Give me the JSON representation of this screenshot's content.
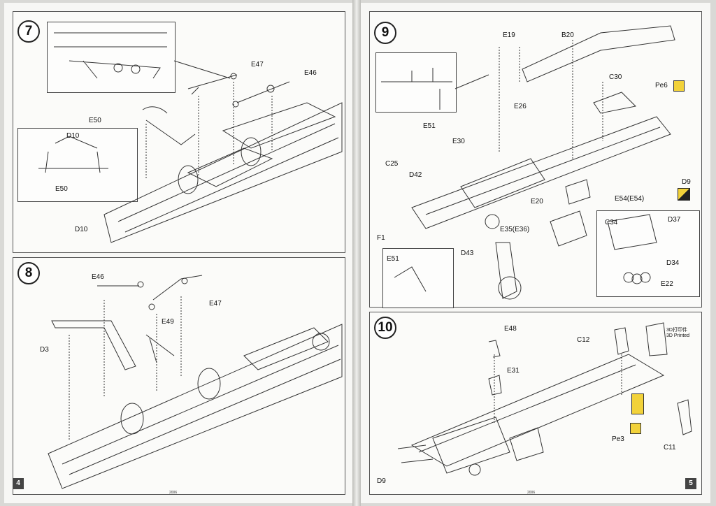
{
  "left_page": {
    "page_number": "4",
    "code": "2006",
    "step7": {
      "number": "7",
      "labels": {
        "e47": "E47",
        "e46": "E46",
        "e50_a": "E50",
        "d10_a": "D10",
        "e50_b": "E50",
        "d10_b": "D10"
      }
    },
    "step8": {
      "number": "8",
      "labels": {
        "e46": "E46",
        "e47": "E47",
        "e49": "E49",
        "d3": "D3"
      }
    }
  },
  "right_page": {
    "page_number": "5",
    "code": "2006",
    "step9": {
      "number": "9",
      "labels": {
        "e19": "E19",
        "b20": "B20",
        "c30": "C30",
        "pe6": "Pe6",
        "e26": "E26",
        "e51_a": "E51",
        "e30": "E30",
        "c25": "C25",
        "d42": "D42",
        "d9": "D9",
        "e54": "E54(E54)",
        "e20": "E20",
        "f1": "F1",
        "e35": "E35(E36)",
        "d43": "D43",
        "c34": "C34",
        "d37": "D37",
        "d34": "D34",
        "e51_b": "E51",
        "e22": "E22"
      }
    },
    "step10": {
      "number": "10",
      "labels": {
        "e48": "E48",
        "c12": "C12",
        "printed_cn": "3D打印件",
        "printed_en": "3D Printed",
        "e31": "E31",
        "pe3": "Pe3",
        "c11": "C11",
        "d9": "D9"
      }
    }
  },
  "colors": {
    "photo_etch": "#f2d23a",
    "line": "#333333",
    "page": "#f7f7f5"
  }
}
